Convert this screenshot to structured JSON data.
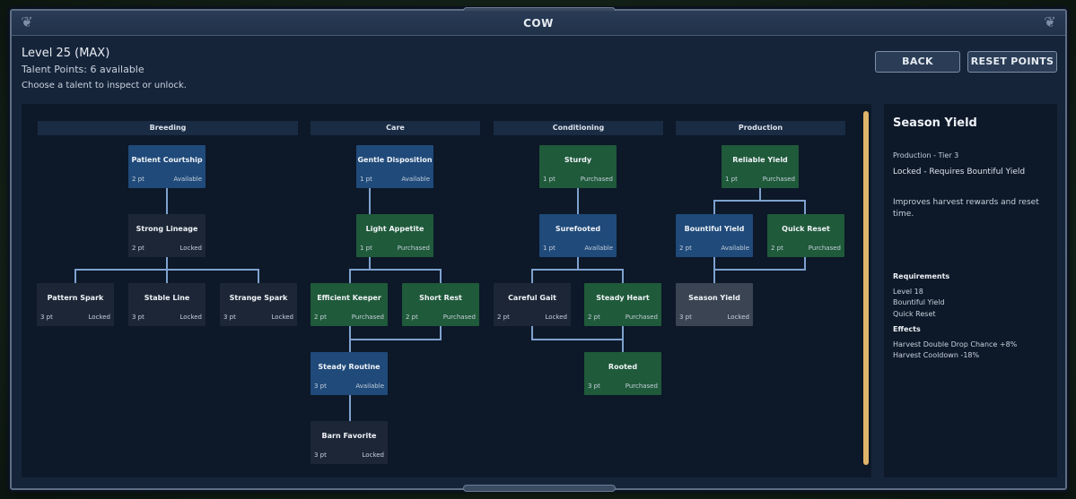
{
  "window": {
    "title": "COW"
  },
  "header": {
    "level": "Level 25 (MAX)",
    "points": "Talent Points: 6 available",
    "hint": "Choose a talent to inspect or unlock."
  },
  "buttons": {
    "back": "BACK",
    "reset": "RESET POINTS"
  },
  "columns": [
    "Breeding",
    "Care",
    "Conditioning",
    "Production"
  ],
  "nodes": {
    "patient_courtship": {
      "name": "Patient Courtship",
      "cost": "2 pt",
      "state": "Available"
    },
    "strong_lineage": {
      "name": "Strong Lineage",
      "cost": "2 pt",
      "state": "Locked"
    },
    "pattern_spark": {
      "name": "Pattern Spark",
      "cost": "3 pt",
      "state": "Locked"
    },
    "stable_line": {
      "name": "Stable Line",
      "cost": "3 pt",
      "state": "Locked"
    },
    "strange_spark": {
      "name": "Strange Spark",
      "cost": "3 pt",
      "state": "Locked"
    },
    "gentle_disposition": {
      "name": "Gentle Disposition",
      "cost": "1 pt",
      "state": "Available"
    },
    "light_appetite": {
      "name": "Light Appetite",
      "cost": "1 pt",
      "state": "Purchased"
    },
    "efficient_keeper": {
      "name": "Efficient Keeper",
      "cost": "2 pt",
      "state": "Purchased"
    },
    "short_rest": {
      "name": "Short Rest",
      "cost": "2 pt",
      "state": "Purchased"
    },
    "steady_routine": {
      "name": "Steady Routine",
      "cost": "3 pt",
      "state": "Available"
    },
    "barn_favorite": {
      "name": "Barn Favorite",
      "cost": "3 pt",
      "state": "Locked"
    },
    "sturdy": {
      "name": "Sturdy",
      "cost": "1 pt",
      "state": "Purchased"
    },
    "surefooted": {
      "name": "Surefooted",
      "cost": "1 pt",
      "state": "Available"
    },
    "careful_gait": {
      "name": "Careful Gait",
      "cost": "2 pt",
      "state": "Locked"
    },
    "steady_heart": {
      "name": "Steady Heart",
      "cost": "2 pt",
      "state": "Purchased"
    },
    "rooted": {
      "name": "Rooted",
      "cost": "3 pt",
      "state": "Purchased"
    },
    "reliable_yield": {
      "name": "Reliable Yield",
      "cost": "1 pt",
      "state": "Purchased"
    },
    "bountiful_yield": {
      "name": "Bountiful Yield",
      "cost": "2 pt",
      "state": "Available"
    },
    "quick_reset": {
      "name": "Quick Reset",
      "cost": "2 pt",
      "state": "Purchased"
    },
    "season_yield": {
      "name": "Season Yield",
      "cost": "3 pt",
      "state": "Locked"
    }
  },
  "detail": {
    "title": "Season Yield",
    "tier": "Production - Tier 3",
    "lock": "Locked - Requires Bountiful Yield",
    "description": "Improves harvest rewards and reset time.",
    "requirements_label": "Requirements",
    "requirements": [
      "Level 18",
      "Bountiful Yield",
      "Quick Reset"
    ],
    "effects_label": "Effects",
    "effects": [
      "Harvest Double Drop Chance +8%",
      "Harvest Cooldown -18%"
    ]
  },
  "colors": {
    "available": "#1f4a7a",
    "purchased": "#1f5a3a",
    "locked": "#1c2636",
    "link": "#7ea2cf",
    "scrollbar": "#e0b46a"
  }
}
